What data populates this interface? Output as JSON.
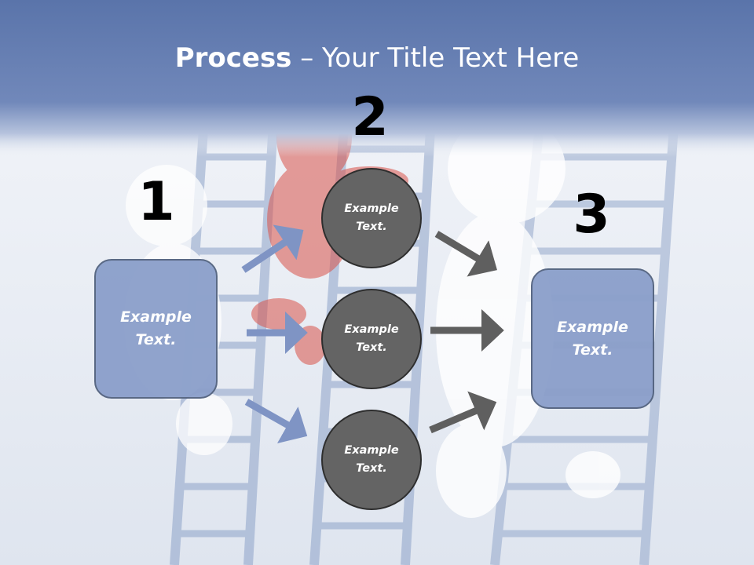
{
  "title": {
    "bold": "Process",
    "rest": " – Your Title Text Here"
  },
  "steps": {
    "one": "1",
    "two": "2",
    "three": "3"
  },
  "left_box": {
    "line1": "Example",
    "line2": "Text."
  },
  "right_box": {
    "line1": "Example",
    "line2": "Text."
  },
  "circles": [
    {
      "line1": "Example",
      "line2": "Text."
    },
    {
      "line1": "Example",
      "line2": "Text."
    },
    {
      "line1": "Example",
      "line2": "Text."
    }
  ],
  "colors": {
    "header": "#6f86b9",
    "box_fill": "#8b9fca",
    "box_border": "#52627f",
    "circle_fill": "#646464",
    "blue_arrow": "#7f94c4",
    "gray_arrow": "#5f5f5f"
  }
}
